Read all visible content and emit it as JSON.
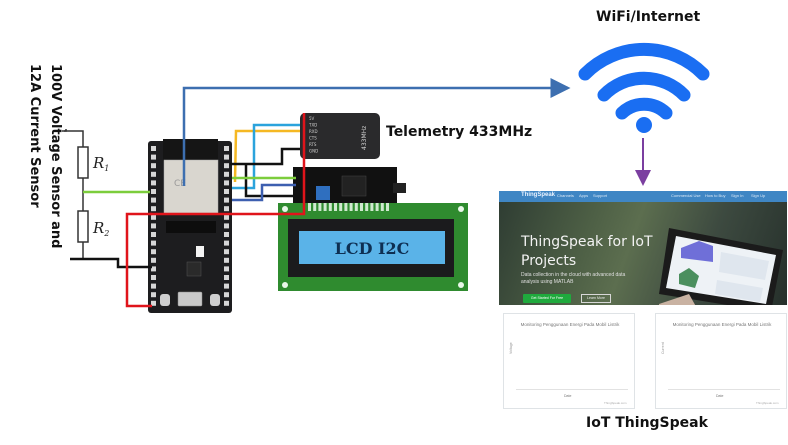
{
  "labels": {
    "sensor_line1": "100V Voltage Sensor and",
    "sensor_line2": "12A Current Sensor",
    "telemetry": "Telemetry 433MHz",
    "wifi": "WiFi/Internet",
    "iot": "IoT ThingSpeak"
  },
  "circuit": {
    "resistors": [
      {
        "label": "R",
        "subscript": "1"
      },
      {
        "label": "R",
        "subscript": "2"
      }
    ],
    "lcd_text": "LCD I2C",
    "telemetry_pins": [
      "5V",
      "TXD",
      "RXD",
      "CTS",
      "RTS",
      "GND"
    ],
    "telemetry_brand": "433MHz"
  },
  "wire_colors": {
    "signal_blue": "#3d6fb0",
    "red": "#e0141b",
    "black": "#111111",
    "green": "#7ccd3c",
    "yellow": "#f5b823",
    "cyan": "#2ba3dc",
    "violet_arrow": "#7b3fa0",
    "wifi": "#1a6ef2"
  },
  "thingspeak": {
    "logo": "ThingSpeak",
    "nav_left": [
      "Channels",
      "Apps",
      "Support"
    ],
    "nav_right": [
      "Commercial Use",
      "How to Buy",
      "Sign In",
      "Sign Up"
    ],
    "hero_title": "ThingSpeak for IoT Projects",
    "hero_subtitle": "Data collection in the cloud with advanced data analysis using MATLAB",
    "btn_start": "Get Started For Free",
    "btn_learn": "Learn More",
    "charts": [
      {
        "title": "Monitoring Penggunaan Energi Pada Mobil Listrik",
        "ylabel": "Voltage",
        "xlabel": "Date",
        "credit": "ThingSpeak.com"
      },
      {
        "title": "Monitoring Penggunaan Energi Pada Mobil Listrik",
        "ylabel": "Current",
        "xlabel": "Date",
        "credit": "ThingSpeak.com"
      }
    ]
  }
}
